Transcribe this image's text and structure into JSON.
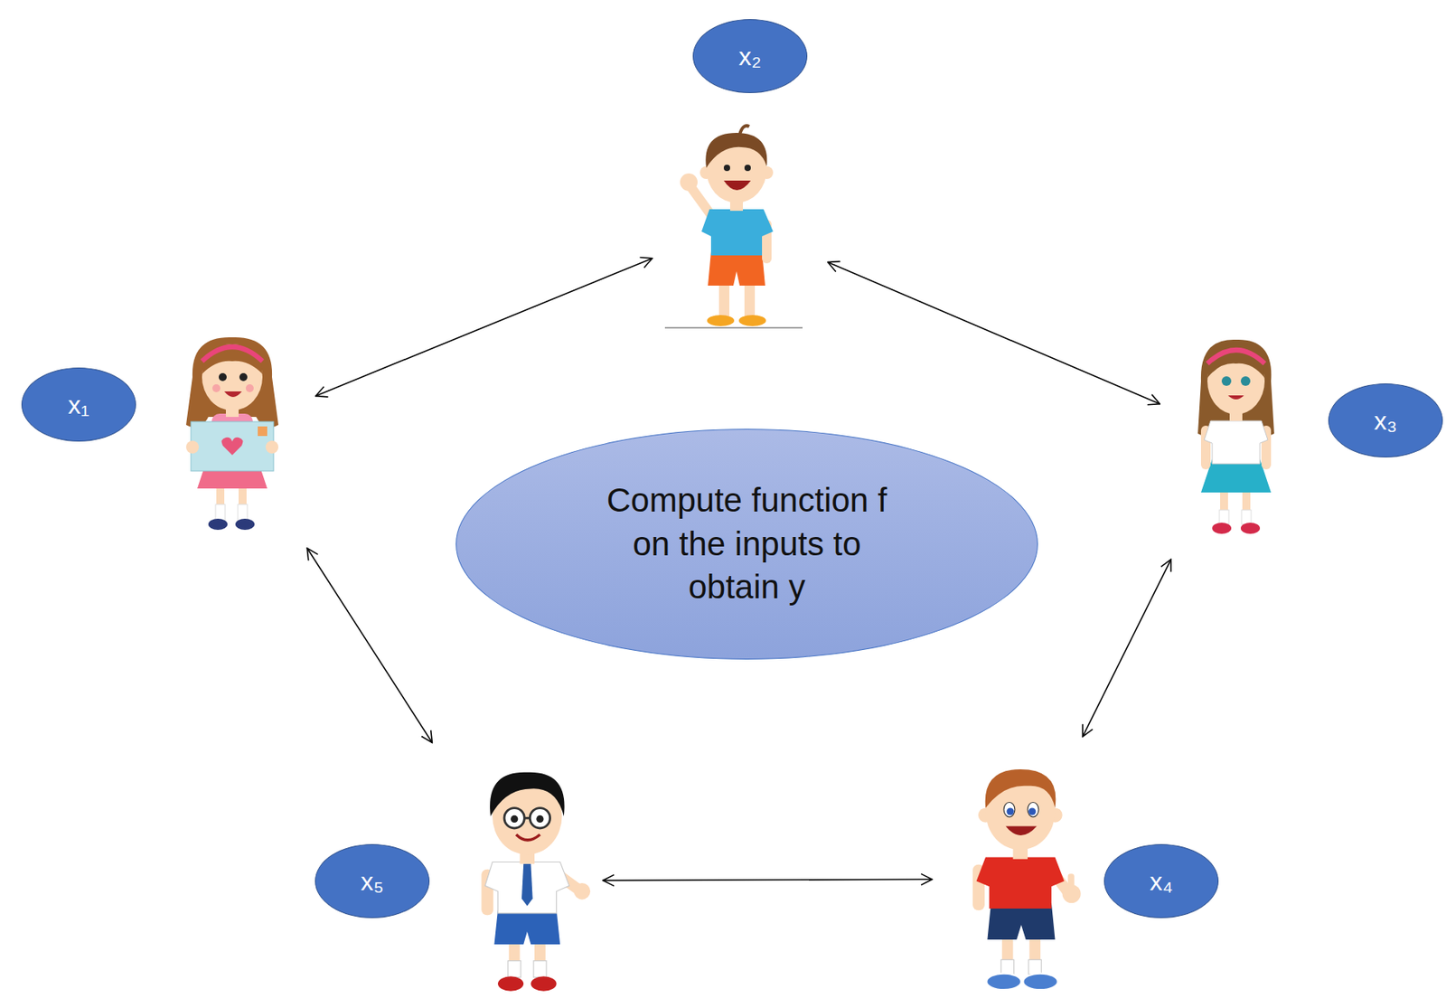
{
  "diagram": {
    "nodes": [
      {
        "text": [
          "x₁"
        ]
      },
      {
        "text": [
          "x₂"
        ]
      },
      {
        "text": [
          "x₃"
        ]
      },
      {
        "text": [
          "x₄"
        ]
      },
      {
        "text": [
          "x₅"
        ]
      },
      {
        "text": [
          "Compute function f on the inputs to obtain y"
        ]
      }
    ],
    "edges": [
      {
        "from": 0,
        "to": 1,
        "arrow": "both"
      },
      {
        "from": 1,
        "to": 2,
        "arrow": "both"
      },
      {
        "from": 2,
        "to": 3,
        "arrow": "both"
      },
      {
        "from": 3,
        "to": 4,
        "arrow": "both"
      },
      {
        "from": 4,
        "to": 0,
        "arrow": "both"
      }
    ]
  }
}
